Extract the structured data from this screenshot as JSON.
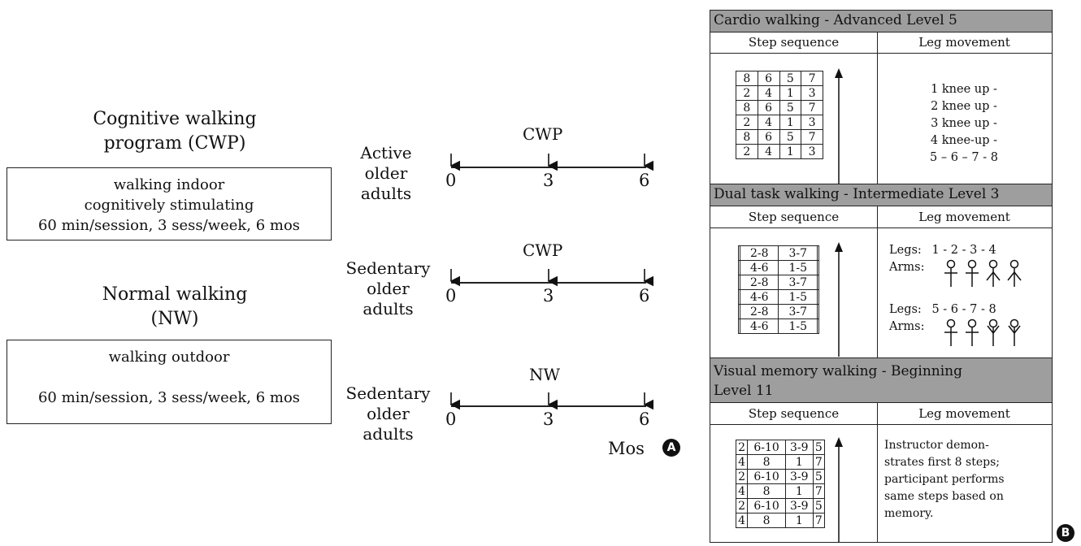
{
  "programs": [
    {
      "title_lines": [
        "Cognitive walking",
        "program (CWP)"
      ],
      "box_lines": [
        "walking indoor",
        "cognitively stimulating",
        "60 min/session, 3 sess/week, 6 mos"
      ]
    },
    {
      "title_lines": [
        "Normal walking",
        "(NW)"
      ],
      "box_lines": [
        "walking outdoor",
        "",
        "60 min/session, 3 sess/week, 6 mos"
      ]
    }
  ],
  "timelines": [
    {
      "group_lines": [
        "Active",
        "older",
        "adults"
      ],
      "program": "CWP",
      "ticks": [
        "0",
        "3",
        "6"
      ]
    },
    {
      "group_lines": [
        "Sedentary",
        "older",
        "adults"
      ],
      "program": "CWP",
      "ticks": [
        "0",
        "3",
        "6"
      ]
    },
    {
      "group_lines": [
        "Sedentary",
        "older",
        "adults"
      ],
      "program": "NW",
      "ticks": [
        "0",
        "3",
        "6"
      ]
    }
  ],
  "time_unit": "Mos",
  "panel_a_label": "A",
  "panel_b_label": "B",
  "sections": [
    {
      "title": "Cardio walking - Advanced Level 5",
      "col_step": "Step sequence",
      "col_leg": "Leg movement",
      "grid": [
        [
          "8",
          "6",
          "5",
          "7"
        ],
        [
          "2",
          "4",
          "1",
          "3"
        ],
        [
          "8",
          "6",
          "5",
          "7"
        ],
        [
          "2",
          "4",
          "1",
          "3"
        ],
        [
          "8",
          "6",
          "5",
          "7"
        ],
        [
          "2",
          "4",
          "1",
          "3"
        ]
      ],
      "movement_lines": [
        "1 knee up -",
        "2 knee up -",
        "3 knee up -",
        "4 knee-up -",
        "5 – 6 – 7 - 8"
      ]
    },
    {
      "title": "Dual task walking - Intermediate Level 3",
      "col_step": "Step sequence",
      "col_leg": "Leg movement",
      "grid": [
        [
          "",
          "2-8",
          "3-7",
          ""
        ],
        [
          "",
          "4-6",
          "1-5",
          ""
        ],
        [
          "",
          "2-8",
          "3-7",
          ""
        ],
        [
          "",
          "4-6",
          "1-5",
          ""
        ],
        [
          "",
          "2-8",
          "3-7",
          ""
        ],
        [
          "",
          "4-6",
          "1-5",
          ""
        ]
      ],
      "legs1_label": "Legs:",
      "legs1_value": "1 - 2 - 3 - 4",
      "arms1_label": "Arms:",
      "legs2_label": "Legs:",
      "legs2_value": "5 - 6 - 7 - 8",
      "arms2_label": "Arms:"
    },
    {
      "title_lines": [
        "Visual memory walking - Beginning",
        "Level 11"
      ],
      "col_step": "Step sequence",
      "col_leg": "Leg movement",
      "grid": [
        [
          "2",
          "6-10",
          "3-9",
          "5"
        ],
        [
          "4",
          "8",
          "1",
          "7"
        ],
        [
          "2",
          "6-10",
          "3-9",
          "5"
        ],
        [
          "4",
          "8",
          "1",
          "7"
        ],
        [
          "2",
          "6-10",
          "3-9",
          "5"
        ],
        [
          "4",
          "8",
          "1",
          "7"
        ]
      ],
      "movement_lines": [
        "Instructor demon-",
        "strates first 8 steps;",
        "participant performs",
        "same steps based on",
        "memory."
      ]
    }
  ]
}
